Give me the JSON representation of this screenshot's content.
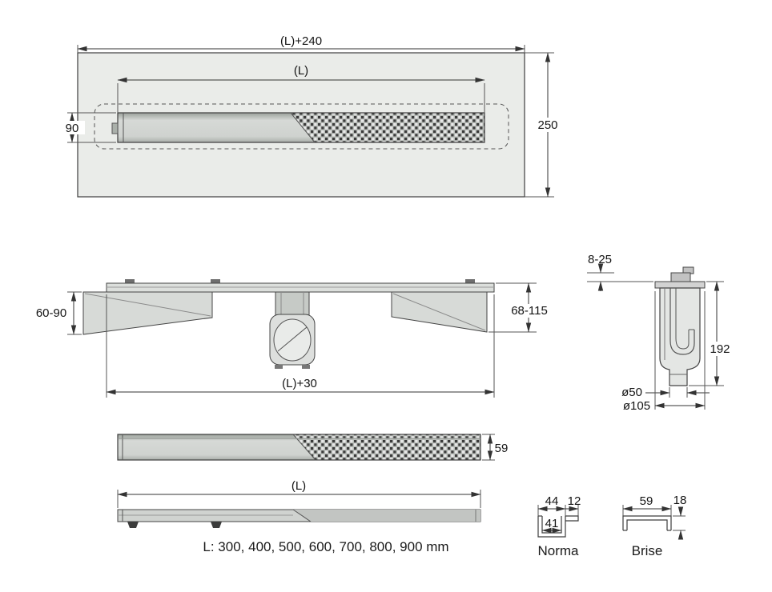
{
  "drawing_title": "linear-shower-drain-technical-drawing",
  "views": {
    "top": {
      "dim_total_width": "(L)+240",
      "dim_channel_length": "(L)",
      "dim_channel_width": "90",
      "dim_total_depth": "250"
    },
    "front": {
      "dim_left_height": "60-90",
      "dim_right_height": "68-115",
      "dim_base_width": "(L)+30"
    },
    "section": {
      "dim_top_adjust": "8-25",
      "dim_height": "192",
      "dim_outlet": "ø50",
      "dim_flange": "ø105"
    },
    "side": {
      "dim_height": "59"
    },
    "bottom": {
      "dim_length": "(L)"
    }
  },
  "note": "L: 300, 400, 500, 600, 700, 800, 900 mm",
  "profiles": {
    "norma": {
      "name": "Norma",
      "dim_outer": "44",
      "dim_lip": "12",
      "dim_inner": "41"
    },
    "brise": {
      "name": "Brise",
      "dim_width": "59",
      "dim_height": "18"
    }
  },
  "colors": {
    "background": "#ffffff",
    "panel_fill": "#eaece9",
    "metal_light": "#d4d7d4",
    "grate_dot_dark": "#3a3a3a",
    "line": "#333333"
  }
}
